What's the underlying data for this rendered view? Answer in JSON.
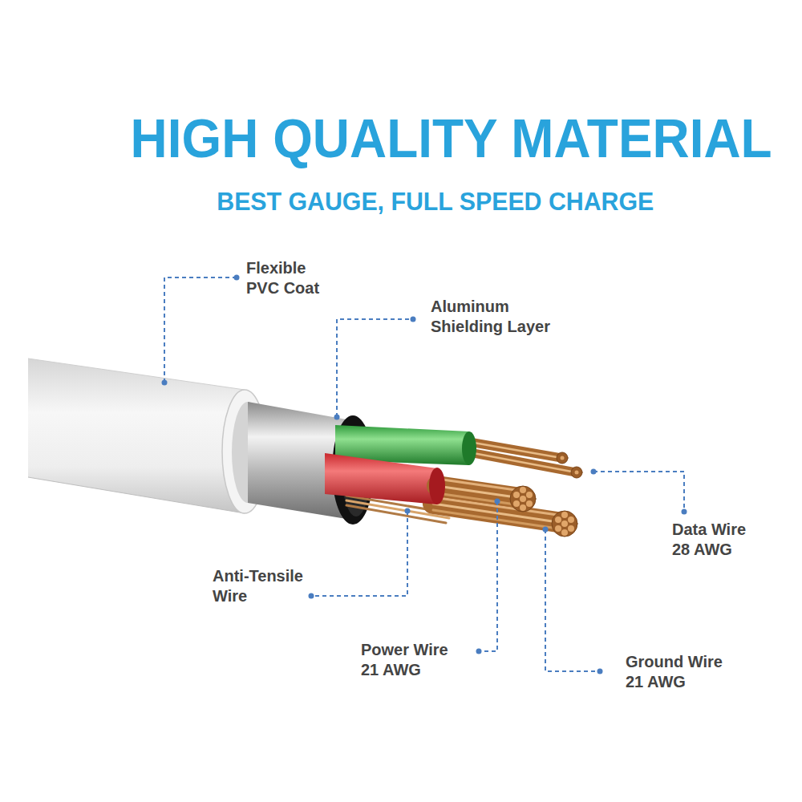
{
  "diagram": {
    "title": "HIGH QUALITY MATERIAL",
    "labels": [
      "BEST GAUGE, FULL SPEED CHARGE",
      "Flexible PVC Coat",
      "Aluminum Shielding Layer",
      "Data Wire 28 AWG",
      "Anti-Tensile Wire",
      "Power Wire 21 AWG",
      "Ground Wire 21 AWG"
    ]
  }
}
